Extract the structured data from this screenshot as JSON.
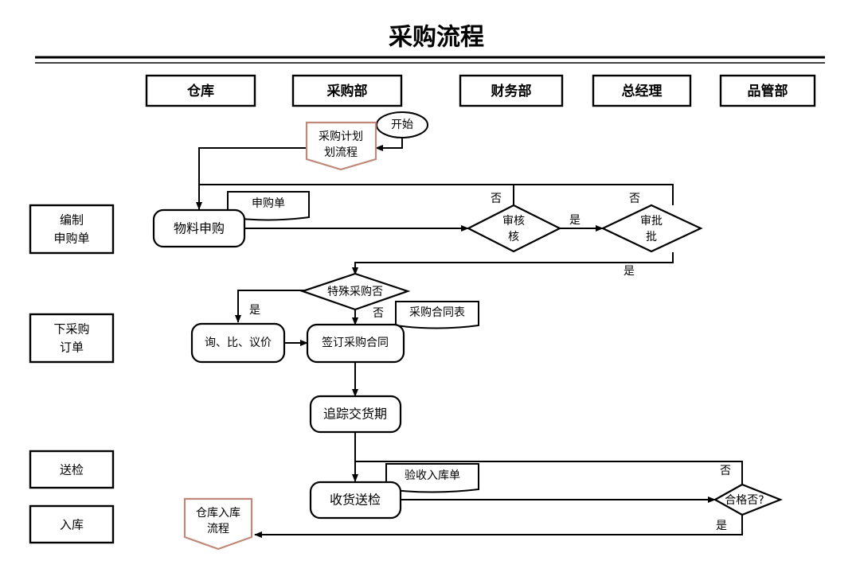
{
  "title": "采购流程",
  "departments": [
    {
      "label": "仓库"
    },
    {
      "label": "采购部"
    },
    {
      "label": "财务部"
    },
    {
      "label": "总经理"
    },
    {
      "label": "品管部"
    }
  ],
  "stage_labels": [
    {
      "line1": "编制",
      "line2": "申购单"
    },
    {
      "line1": "下采购",
      "line2": "订单"
    },
    {
      "line1": "送检",
      "line2": ""
    },
    {
      "line1": "入库",
      "line2": ""
    }
  ],
  "nodes": {
    "start": "开始",
    "plan_process_l1": "采购计划",
    "plan_process_l2": "划流程",
    "material_request": "物料申购",
    "request_form": "申购单",
    "review": "审核",
    "approve": "审批",
    "special_purchase": "特殊采购否",
    "negotiate": "询、比、议价",
    "sign_contract": "签订采购合同",
    "contract_form": "采购合同表",
    "track_delivery": "追踪交货期",
    "receive_inspect": "收货送检",
    "acceptance_form": "验收入库单",
    "qualified": "合格否?",
    "warehouse_process_l1": "仓库入库",
    "warehouse_process_l2": "流程"
  },
  "edge_labels": {
    "review_no": "否",
    "review_yes": "是",
    "approve_no": "否",
    "approve_yes": "是",
    "special_yes": "是",
    "special_no": "否",
    "qualified_no": "否",
    "qualified_yes": "是"
  },
  "colors": {
    "ink": "#000000",
    "accent": "#c08878",
    "paper": "#ffffff"
  }
}
